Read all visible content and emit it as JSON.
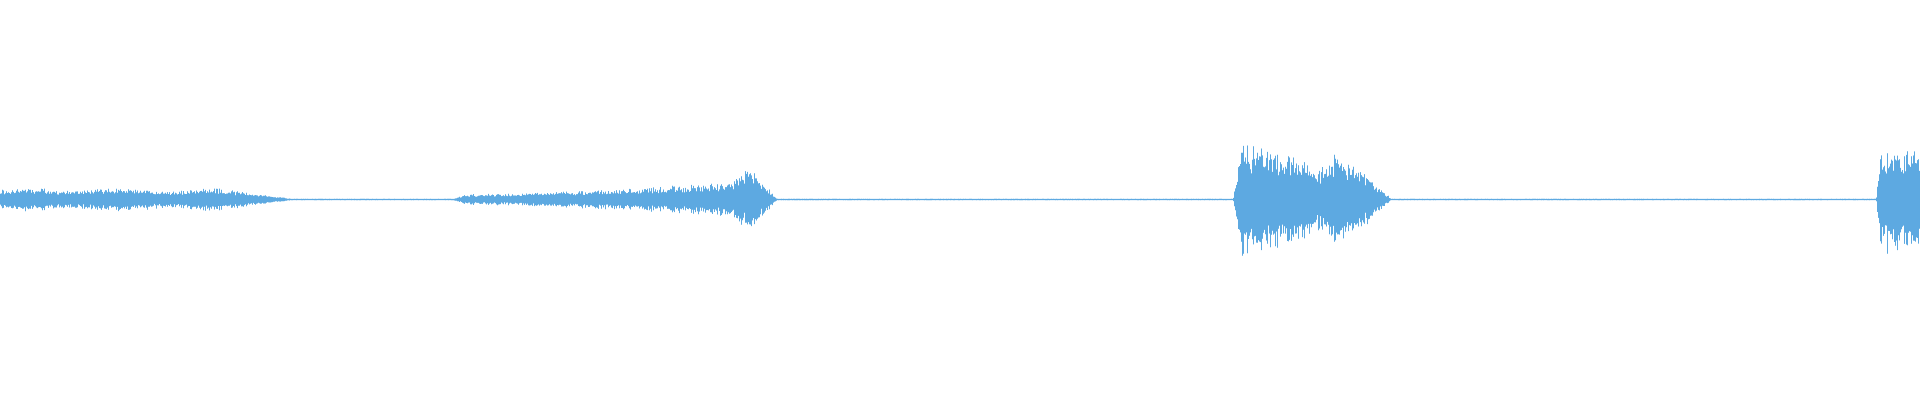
{
  "waveform": {
    "color": "#5DA9E1",
    "background": "#FFFFFF",
    "segments": [
      {
        "start": 0.0,
        "end": 0.155,
        "peak": 0.06,
        "shape": "plateau-fade"
      },
      {
        "start": 0.235,
        "end": 0.405,
        "peak": 0.18,
        "shape": "crescendo"
      },
      {
        "start": 0.642,
        "end": 0.725,
        "peak": 0.3,
        "shape": "burst"
      },
      {
        "start": 0.977,
        "end": 1.0,
        "peak": 0.3,
        "shape": "onset"
      }
    ]
  }
}
